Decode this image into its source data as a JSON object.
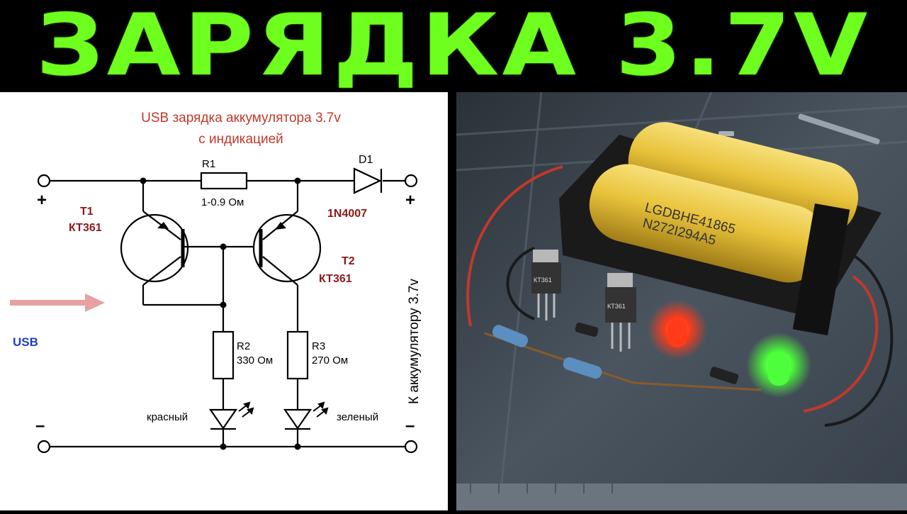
{
  "banner": {
    "title": "ЗАРЯДКА 3.7V"
  },
  "schematic": {
    "title_line1": "USB зарядка аккумулятора 3.7v",
    "title_line2": "с индикацией",
    "r1_name": "R1",
    "r1_value": "1-0.9 Ом",
    "d1_name": "D1",
    "d1_part": "1N4007",
    "t1_name": "T1",
    "t1_part": "КТ361",
    "t2_name": "T2",
    "t2_part": "КТ361",
    "r2_name": "R2",
    "r2_value": "330 Ом",
    "r3_name": "R3",
    "r3_value": "270 Ом",
    "led_red_label": "красный",
    "led_green_label": "зеленый",
    "usb_label": "USB",
    "battery_label": "К аккумулятору 3.7v",
    "plus_sign": "+",
    "minus_sign": "–",
    "colors": {
      "title": "#c0392b",
      "parts": "#8b1a1a",
      "usb": "#1f3fbf",
      "arrow": "#e8a0a0"
    }
  },
  "photo": {
    "cell_marking_line1": "LGDBHE41865",
    "cell_marking_line2": "N272I294A5",
    "transistor_marking": "КТ361",
    "colors": {
      "mat": "#3d4650",
      "cell": "#e8c23a",
      "red_led": "#ff3b1a",
      "green_led": "#4cff3a"
    }
  }
}
